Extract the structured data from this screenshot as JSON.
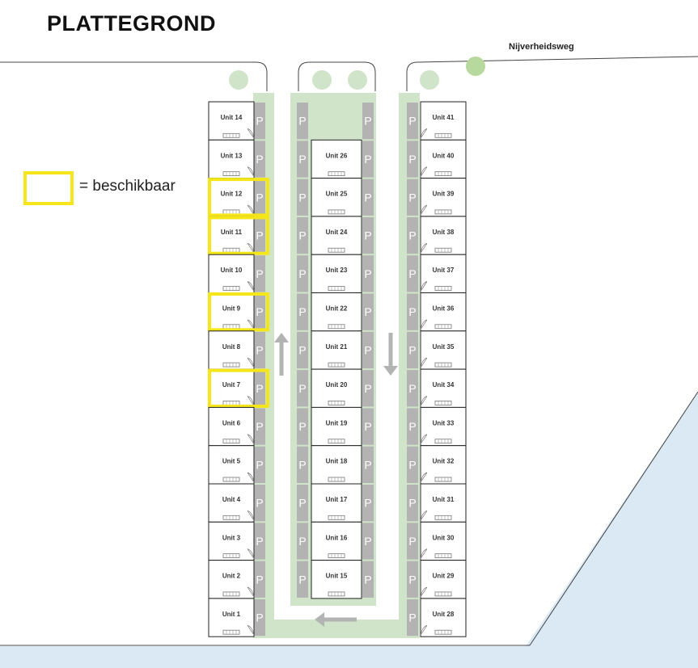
{
  "header": {
    "title": "PLATTEGROND"
  },
  "map": {
    "road_label": "Nijverheidsweg"
  },
  "legend": {
    "text": "= beschikbaar"
  },
  "parking_label": "P",
  "colors": {
    "available": "#f5e61a",
    "driveway": "#cfe4c8",
    "parking": "#b3b3b3",
    "water": "#dbe9f4",
    "tree": "#cfe4c8",
    "tree_roadside": "#b7d99e"
  },
  "units": {
    "left": [
      {
        "label": "Unit 14",
        "available": false
      },
      {
        "label": "Unit 13",
        "available": false
      },
      {
        "label": "Unit 12",
        "available": true
      },
      {
        "label": "Unit 11",
        "available": true
      },
      {
        "label": "Unit 10",
        "available": false
      },
      {
        "label": "Unit 9",
        "available": true
      },
      {
        "label": "Unit 8",
        "available": false
      },
      {
        "label": "Unit 7",
        "available": true
      },
      {
        "label": "Unit 6",
        "available": false
      },
      {
        "label": "Unit 5",
        "available": false
      },
      {
        "label": "Unit 4",
        "available": false
      },
      {
        "label": "Unit 3",
        "available": false
      },
      {
        "label": "Unit 2",
        "available": false
      },
      {
        "label": "Unit 1",
        "available": false
      }
    ],
    "middle": [
      {
        "label": "Unit 26",
        "available": false
      },
      {
        "label": "Unit 25",
        "available": false
      },
      {
        "label": "Unit 24",
        "available": false
      },
      {
        "label": "Unit 23",
        "available": false
      },
      {
        "label": "Unit 22",
        "available": false
      },
      {
        "label": "Unit 21",
        "available": false
      },
      {
        "label": "Unit 20",
        "available": false
      },
      {
        "label": "Unit 19",
        "available": false
      },
      {
        "label": "Unit 18",
        "available": false
      },
      {
        "label": "Unit 17",
        "available": false
      },
      {
        "label": "Unit 16",
        "available": false
      },
      {
        "label": "Unit 15",
        "available": false
      }
    ],
    "right": [
      {
        "label": "Unit 41",
        "available": false
      },
      {
        "label": "Unit 40",
        "available": false
      },
      {
        "label": "Unit 39",
        "available": false
      },
      {
        "label": "Unit 38",
        "available": false
      },
      {
        "label": "Unit 37",
        "available": false
      },
      {
        "label": "Unit 36",
        "available": false
      },
      {
        "label": "Unit 35",
        "available": false
      },
      {
        "label": "Unit 34",
        "available": false
      },
      {
        "label": "Unit 33",
        "available": false
      },
      {
        "label": "Unit 32",
        "available": false
      },
      {
        "label": "Unit 31",
        "available": false
      },
      {
        "label": "Unit 30",
        "available": false
      },
      {
        "label": "Unit 29",
        "available": false
      },
      {
        "label": "Unit 28",
        "available": false
      }
    ]
  }
}
